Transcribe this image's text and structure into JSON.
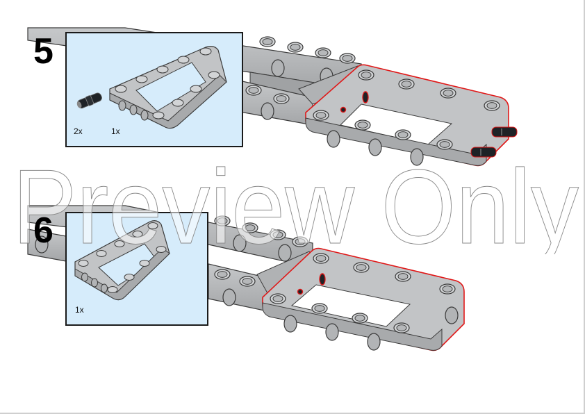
{
  "page": {
    "background": "#ffffff",
    "border_color": "#cfcfcf"
  },
  "colors": {
    "callout_bg": "#d6ecfb",
    "beam_gray": "#a9abad",
    "beam_light": "#c4c6c8",
    "outline": "#3a3a3a",
    "highlight_red": "#e01818",
    "pin_black": "#1e2226"
  },
  "steps": [
    {
      "number": "5",
      "parts": [
        {
          "icon": "technic-pin-connector-icon",
          "qty": "2x"
        },
        {
          "icon": "technic-frame-5x7-icon",
          "qty": "1x"
        }
      ]
    },
    {
      "number": "6",
      "parts": [
        {
          "icon": "technic-frame-5x7-icon",
          "qty": "1x"
        }
      ]
    }
  ],
  "watermark": {
    "text": "Preview Only"
  }
}
